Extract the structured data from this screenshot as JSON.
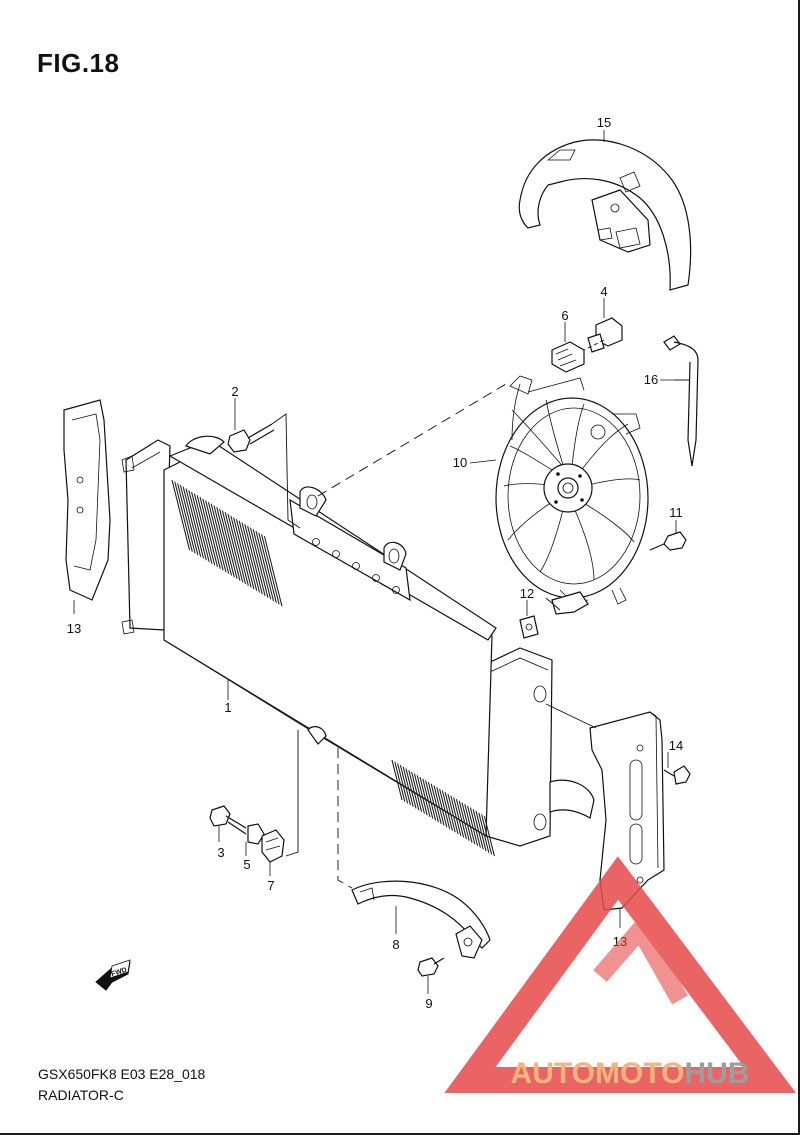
{
  "figure_title": "FIG.18",
  "model_code": "GSX650FK8 E03 E28_018",
  "section_name": "RADIATOR-C",
  "fwd_label": "FWD",
  "part_labels": [
    "1",
    "2",
    "3",
    "4",
    "5",
    "6",
    "7",
    "8",
    "9",
    "10",
    "11",
    "12",
    "13",
    "13",
    "14",
    "15",
    "16"
  ],
  "watermark": {
    "brand_part1": "AUTOMOTO",
    "brand_part2": "HUB",
    "colors": {
      "triangle": "#e8494a",
      "part1": "#f2a968",
      "part2": "#8c8c8c"
    }
  }
}
